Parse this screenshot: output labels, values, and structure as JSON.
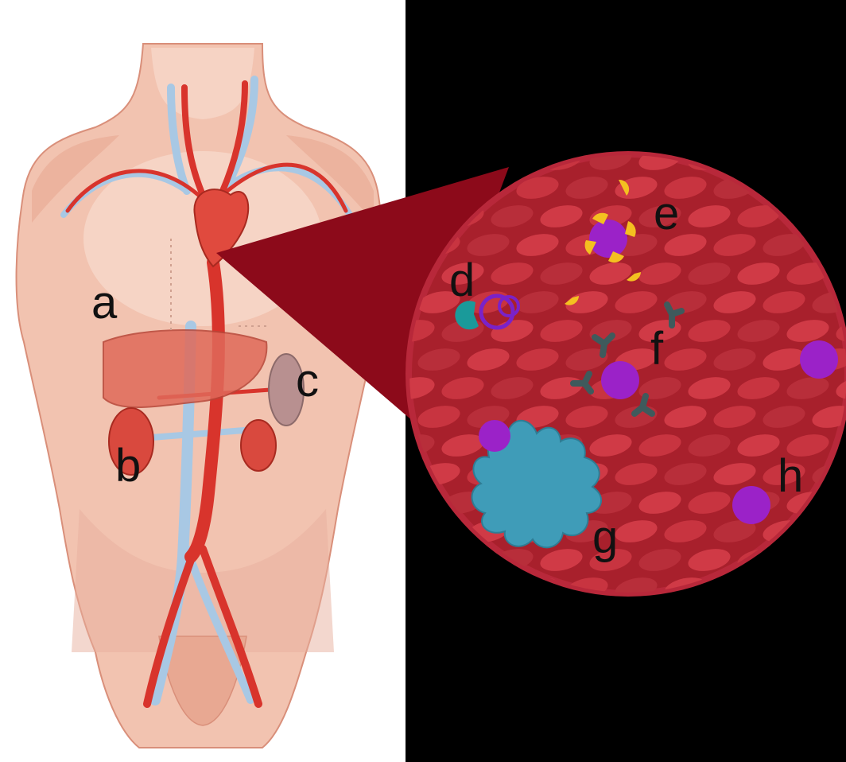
{
  "labels": {
    "a": "a",
    "b": "b",
    "c": "c",
    "d": "d",
    "e": "e",
    "f": "f",
    "g": "g",
    "h": "h"
  },
  "colors": {
    "background_right": "#000000",
    "background_left": "#ffffff",
    "skin": "#f2c3b0",
    "skin_shadow": "#d98f7a",
    "artery": "#d8342c",
    "vein": "#a8c8e4",
    "organ": "#e06a5a",
    "zoom_wedge": "#8c0a1a",
    "circle_fill": "#a8202c",
    "circle_rim": "#b8283a",
    "red_cell": "#c83440",
    "red_cell_dark": "#a82a36",
    "cell_purple": "#9b22c8",
    "antibody_yellow": "#f4c020",
    "antibody_dark": "#3f5a5c",
    "macrophage": "#3f9cb8",
    "complement_teal": "#1a9a9a",
    "label_text": "#111111"
  }
}
